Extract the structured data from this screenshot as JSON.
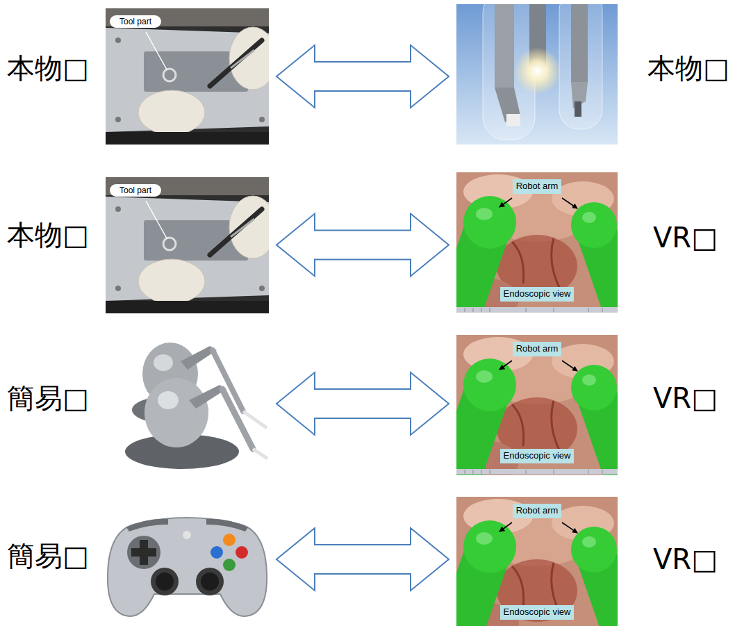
{
  "diagram": {
    "nodes": [
      {
        "text": [
          "本物□",
          "Tool part"
        ]
      },
      {
        "text": [
          "本物□"
        ]
      },
      {
        "text": [
          "本物□",
          "Tool part"
        ]
      },
      {
        "text": [
          "VR□",
          "Robot arm",
          "Endoscopic view"
        ]
      },
      {
        "text": [
          "簡易□"
        ]
      },
      {
        "text": [
          "VR□",
          "Robot arm",
          "Endoscopic view"
        ]
      },
      {
        "text": [
          "簡易□"
        ]
      },
      {
        "text": [
          "VR□",
          "Robot arm",
          "Endoscopic view"
        ]
      }
    ],
    "edges": [
      {
        "from": 0,
        "to": 1,
        "arrow": "both"
      },
      {
        "from": 2,
        "to": 3,
        "arrow": "both"
      },
      {
        "from": 4,
        "to": 5,
        "arrow": "both"
      },
      {
        "from": 6,
        "to": 7,
        "arrow": "both"
      }
    ]
  }
}
